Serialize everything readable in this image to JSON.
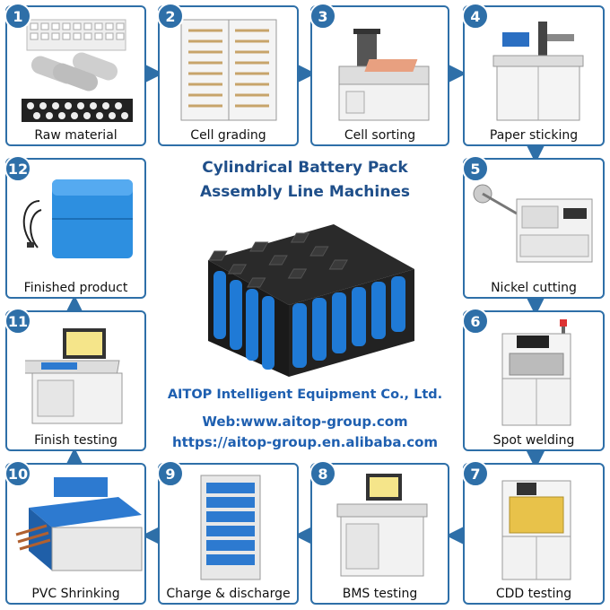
{
  "title": {
    "line1": "Cylindrical Battery Pack",
    "line2": "Assembly Line Machines"
  },
  "company": "AITOP Intelligent Equipment Co., Ltd.",
  "web": "Web:www.aitop-group.com",
  "alibaba": "https://aitop-group.en.alibaba.com",
  "steps": [
    {
      "num": "1",
      "label": "Raw material"
    },
    {
      "num": "2",
      "label": "Cell grading"
    },
    {
      "num": "3",
      "label": "Cell sorting"
    },
    {
      "num": "4",
      "label": "Paper sticking"
    },
    {
      "num": "5",
      "label": "Nickel cutting"
    },
    {
      "num": "6",
      "label": "Spot welding"
    },
    {
      "num": "7",
      "label": "CDD testing"
    },
    {
      "num": "8",
      "label": "BMS testing"
    },
    {
      "num": "9",
      "label": "Charge & discharge"
    },
    {
      "num": "10",
      "label": "PVC Shrinking"
    },
    {
      "num": "11",
      "label": "Finish testing"
    },
    {
      "num": "12",
      "label": "Finished product"
    }
  ],
  "colors": {
    "accent": "#2e6fa8",
    "text_blue": "#1e5fb0",
    "cell_blue": "#1f7ad6"
  }
}
